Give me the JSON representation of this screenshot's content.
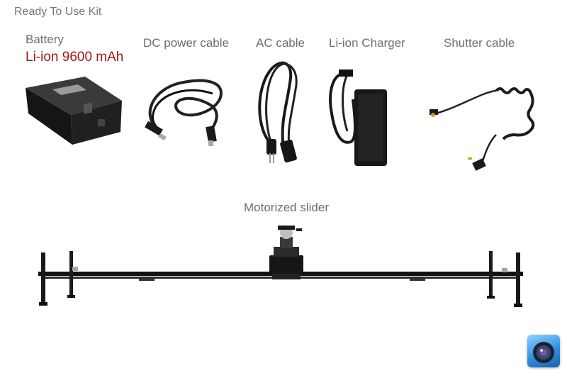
{
  "kit_title": "Ready To Use Kit",
  "items": {
    "battery": {
      "label": "Battery",
      "spec": "Li-ion 9600 mAh"
    },
    "dc_cable": {
      "label": "DC power cable"
    },
    "ac_cable": {
      "label": "AC cable"
    },
    "charger": {
      "label": "Li-ion Charger"
    },
    "shutter_cable": {
      "label": "Shutter cable"
    },
    "slider": {
      "label": "Motorized slider"
    }
  },
  "colors": {
    "accent": "#a01818",
    "label": "#6e6e6e",
    "product": "#1a1a1a"
  },
  "icons": {
    "logo": "camera-lens-icon"
  }
}
